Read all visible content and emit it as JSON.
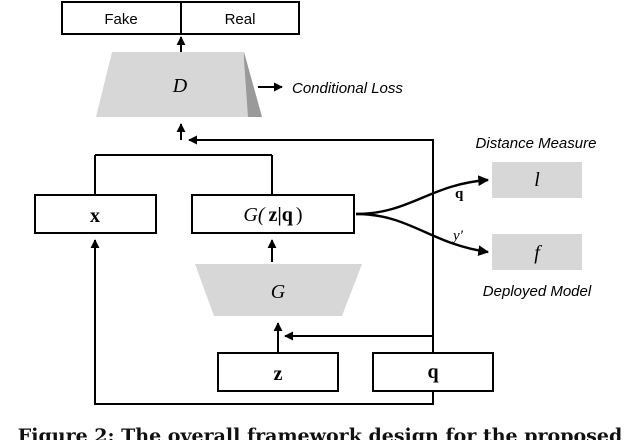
{
  "top_outputs": {
    "fake": "Fake",
    "real": "Real"
  },
  "discriminator": {
    "label": "D",
    "loss_label": "Conditional Loss"
  },
  "nodes": {
    "x": "x",
    "gzq": {
      "g": "G(",
      "z": "z",
      "bar": "|",
      "q": "q",
      "close": ")"
    },
    "generator": "G",
    "z": "z",
    "q": "q"
  },
  "right": {
    "distance_title": "Distance Measure",
    "l": "l",
    "f": "f",
    "deployed_title": "Deployed Model",
    "q_edge": "q",
    "y_edge": "y′"
  },
  "caption": "Figure 2: The overall framework design for the proposed",
  "colors": {
    "gray": "#d7d7d7",
    "dark_gray": "#8f8f8f",
    "stroke": "#000000"
  }
}
